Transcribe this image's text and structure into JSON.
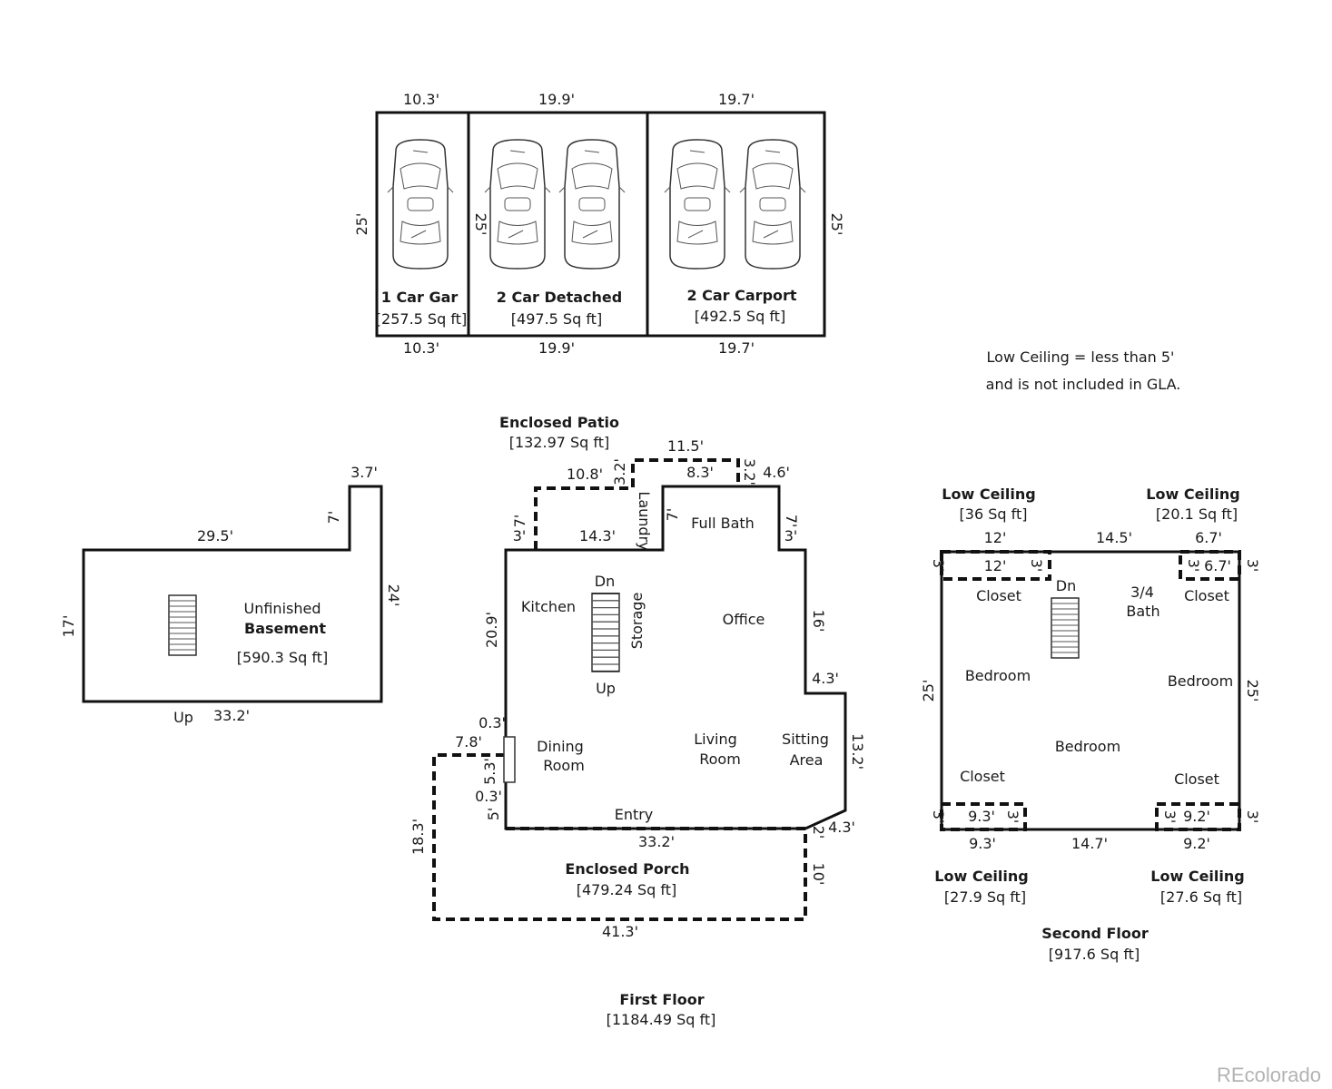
{
  "garage": {
    "one_car": {
      "name": "1 Car Gar",
      "area": "[257.5 Sq ft]",
      "width": "10.3'",
      "depth": "25'"
    },
    "two_car_detached": {
      "name": "2 Car Detached",
      "area": "[497.5 Sq ft]",
      "width": "19.9'",
      "depth": "25'"
    },
    "two_car_carport": {
      "name": "2 Car Carport",
      "area": "[492.5 Sq ft]",
      "width": "19.7'",
      "depth": "25'"
    }
  },
  "note": {
    "line1": "Low Ceiling = less than 5'",
    "line2": "and is not included in GLA."
  },
  "basement": {
    "name1": "Unfinished",
    "name2": "Basement",
    "area": "[590.3 Sq ft]",
    "dims": {
      "top": "29.5'",
      "bump_w": "3.7'",
      "bump_h": "7'",
      "right": "24'",
      "left": "17'",
      "bottom": "33.2'"
    },
    "stair_label": "Up"
  },
  "first_floor": {
    "title": "First Floor",
    "area": "[1184.49 Sq ft]",
    "patio": {
      "name": "Enclosed Patio",
      "area": "[132.97 Sq ft]"
    },
    "porch": {
      "name": "Enclosed Porch",
      "area": "[479.24 Sq ft]"
    },
    "rooms": {
      "kitchen": "Kitchen",
      "storage": "Storage",
      "laundry": "Laundry",
      "full_bath": "Full Bath",
      "office": "Office",
      "dining1": "Dining",
      "dining2": "Room",
      "living1": "Living",
      "living2": "Room",
      "sitting1": "Sitting",
      "sitting2": "Area",
      "entry": "Entry",
      "dn": "Dn",
      "up": "Up"
    },
    "dims": {
      "d_11_5": "11.5'",
      "d_10_8": "10.8'",
      "d_3_2a": "3.2'",
      "d_8_3": "8.3'",
      "d_3_2b": "3.2'",
      "d_4_6": "4.6'",
      "d_7a": "7'",
      "d_3a": "3'",
      "d_14_3": "14.3'",
      "d_7b": "7'",
      "d_7c": "7'",
      "d_3b": "3'",
      "d_20_9": "20.9'",
      "d_16": "16'",
      "d_4_3a": "4.3'",
      "d_0_3a": "0.3'",
      "d_7_8": "7.8'",
      "d_5_3": "5.3'",
      "d_13_2": "13.2'",
      "d_0_3b": "0.3'",
      "d_5": "5'",
      "d_4_3b": "4.3'",
      "d_2": "2'",
      "d_33_2": "33.2'",
      "d_18_3": "18.3'",
      "d_10": "10'",
      "d_41_3": "41.3'"
    }
  },
  "second_floor": {
    "title": "Second Floor",
    "area": "[917.6 Sq ft]",
    "low_tl": {
      "name": "Low Ceiling",
      "area": "[36 Sq ft]"
    },
    "low_tr": {
      "name": "Low Ceiling",
      "area": "[20.1 Sq ft]"
    },
    "low_bl": {
      "name": "Low Ceiling",
      "area": "[27.9 Sq ft]"
    },
    "low_br": {
      "name": "Low Ceiling",
      "area": "[27.6 Sq ft]"
    },
    "rooms": {
      "closet_tl": "Closet",
      "closet_tr": "Closet",
      "closet_bl": "Closet",
      "closet_br": "Closet",
      "bath1": "3/4",
      "bath2": "Bath",
      "bed_left": "Bedroom",
      "bed_right": "Bedroom",
      "bed_center": "Bedroom",
      "dn": "Dn"
    },
    "dims": {
      "top12": "12'",
      "top14_5": "14.5'",
      "top6_7": "6.7'",
      "in12": "12'",
      "in6_7": "6.7'",
      "l3a": "3'",
      "in3a": "3'",
      "in3b": "3'",
      "r3a": "3'",
      "left25": "25'",
      "right25": "25'",
      "l3b": "3'",
      "in9_3": "9.3'",
      "in3c": "3'",
      "in3d": "3'",
      "in9_2": "9.2'",
      "r3b": "3'",
      "b9_3": "9.3'",
      "b14_7": "14.7'",
      "b9_2": "9.2'"
    }
  },
  "watermark": "REcolorado"
}
